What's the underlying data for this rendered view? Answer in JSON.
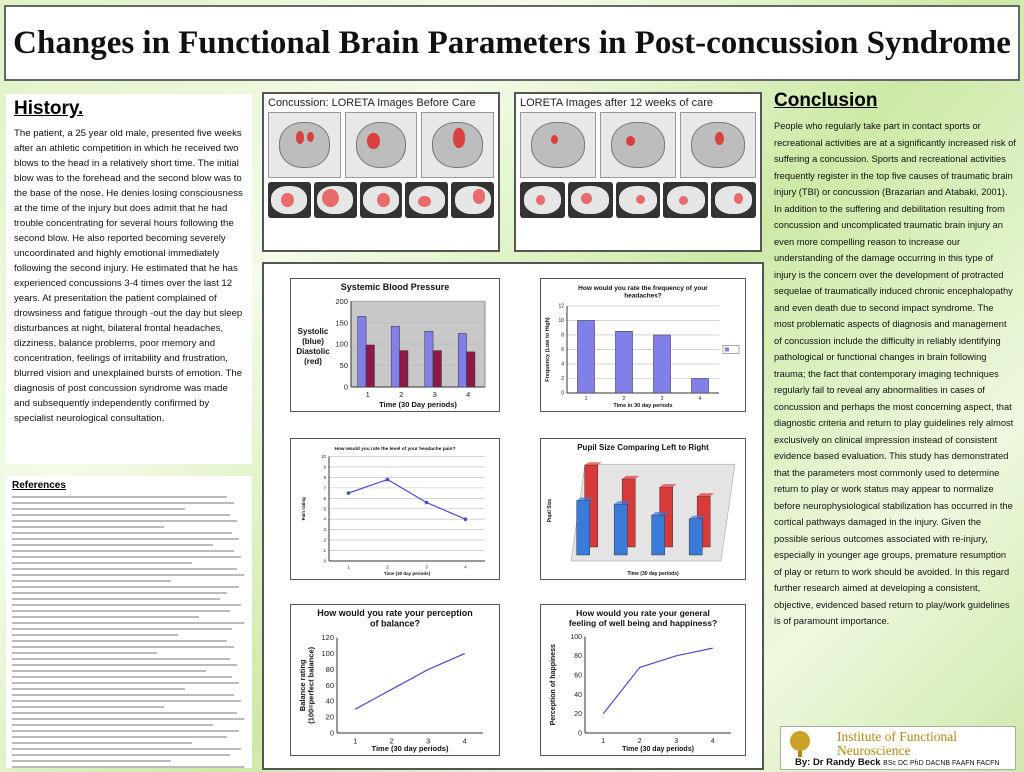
{
  "poster": {
    "title": "Changes in Functional Brain Parameters in Post-concussion Syndrome",
    "history_heading": "History.",
    "history_text": "The patient, a 25 year old male, presented five weeks after an athletic competition in which he received two blows to the head in a relatively short time. The initial blow was to the forehead and the second blow was to the base of the nose. He denies losing consciousness at the time of the injury but does admit that he had trouble concentrating for several hours following the second blow. He also reported becoming severely uncoordinated and highly emotional immediately following the second injury. He estimated that he has experienced concussions 3-4 times over the last 12 years. At presentation the patient complained of drowsiness and fatigue through -out the day but sleep disturbances at night, bilateral frontal headaches, dizziness, balance problems, poor memory and concentration, feelings of irritability and frustration, blurred vision and unexplained bursts of emotion. The diagnosis of post concussion syndrome was made and subsequently independently confirmed by specialist neurological consultation.",
    "references_heading": "References",
    "loreta_before": "Concussion: LORETA Images Before Care",
    "loreta_after": "LORETA Images after 12 weeks of care",
    "conclusion_heading": "Conclusion",
    "conclusion_text": "People who regularly take part in contact sports or recreational activities are at a significantly increased risk of suffering a concussion. Sports and recreational activities frequently register in the top five causes of traumatic brain injury (TBI) or concussion (Brazarian and Atabaki, 2001). In addition to the suffering and debilitation resulting from concussion and uncomplicated traumatic brain injury an even more compelling reason to increase our understanding of the damage occurring in this type of injury is the concern over the development of protracted sequelae of traumatically induced chronic encephalopathy and even death due to second impact syndrome. The most problematic aspects of diagnosis and management of concussion include the difficulty in reliably identifying pathological or functional changes in brain following trauma; the fact that contemporary imaging techniques regularly fail to reveal any abnormalities in cases of concussion and perhaps the most concerning aspect, that diagnostic criteria and return to play guidelines rely almost exclusively on clinical impression instead of consistent evidence based evaluation. This study has demonstrated that the parameters most commonly used to determine return to play or work status may appear to normalize before neurophysiological stabilization has occurred in the cortical pathways damaged in the injury. Given the possible serious outcomes associated with re-injury, especially in younger age groups, premature resumption of play or return to work should be avoided. In this regard further research aimed at developing a consistent, objective, evidenced based return to play/work guidelines is of paramount importance.",
    "institute": "Institute of Functional Neuroscience",
    "author": "By: Dr Randy Beck",
    "credentials": "BSc DC PhD DACNB FAAFN FACFN"
  },
  "colors": {
    "systolic": "#8080e8",
    "diastolic": "#8b1a4a",
    "line": "#4a4ad0",
    "pupil_blue": "#3a7ad8",
    "pupil_red": "#d83a3a",
    "border": "#555555"
  },
  "chart_data": [
    {
      "type": "bar",
      "title": "Systemic Blood Pressure",
      "ylabel": "Systolic (blue) Diastolic (red)",
      "xlabel": "Time (30 Day periods)",
      "categories": [
        "1",
        "2",
        "3",
        "4"
      ],
      "ylim": [
        0,
        200
      ],
      "yticks": [
        0,
        50,
        100,
        150,
        200
      ],
      "series": [
        {
          "values": [
            165,
            142,
            130,
            125
          ]
        },
        {
          "values": [
            98,
            85,
            85,
            82
          ]
        }
      ]
    },
    {
      "type": "bar",
      "title": "How would you rate the frequency of your headaches?",
      "ylabel": "Frequency (Low to High)",
      "xlabel": "Time in 30 day periods",
      "categories": [
        "1",
        "2",
        "3",
        "4"
      ],
      "ylim": [
        0,
        12
      ],
      "yticks": [
        0,
        2,
        4,
        6,
        8,
        10,
        12
      ],
      "series": [
        {
          "values": [
            10,
            8.5,
            8,
            2
          ]
        }
      ]
    },
    {
      "type": "line",
      "title": "How would you rate the level of your headache pain?",
      "ylabel": "Pain rating",
      "xlabel": "Time (30 day periods)",
      "x": [
        1,
        2,
        3,
        4
      ],
      "ylim": [
        0,
        10
      ],
      "yticks": [
        0,
        1,
        2,
        3,
        4,
        5,
        6,
        7,
        8,
        9,
        10
      ],
      "series": [
        {
          "values": [
            6.5,
            7.8,
            5.6,
            4
          ]
        }
      ]
    },
    {
      "type": "bar",
      "title": "Pupil Size Comparing Left to Right",
      "ylabel": "Pupil Size",
      "xlabel": "Time (30 day periods)",
      "categories": [
        "1",
        "2",
        "3",
        "4"
      ],
      "series": [
        {
          "values": [
            6,
            5.6,
            4.4,
            4
          ]
        },
        {
          "values": [
            9,
            7.5,
            6.6,
            5.6
          ]
        }
      ]
    },
    {
      "type": "line",
      "title": "How would you rate your perception of balance?",
      "ylabel": "Balance rating (100=perfect balance)",
      "xlabel": "Time (30 day periods)",
      "x": [
        1,
        2,
        3,
        4
      ],
      "ylim": [
        0,
        120
      ],
      "yticks": [
        0,
        20,
        40,
        60,
        80,
        100,
        120
      ],
      "series": [
        {
          "values": [
            30,
            55,
            80,
            100
          ]
        }
      ]
    },
    {
      "type": "line",
      "title": "How would you rate your general feeling of well being and happiness?",
      "ylabel": "Perception of happiness",
      "xlabel": "Time (30 day periods)",
      "x": [
        1,
        2,
        3,
        4
      ],
      "ylim": [
        0,
        100
      ],
      "yticks": [
        0,
        20,
        40,
        60,
        80,
        100
      ],
      "series": [
        {
          "values": [
            20,
            68,
            80,
            88
          ]
        }
      ]
    }
  ]
}
